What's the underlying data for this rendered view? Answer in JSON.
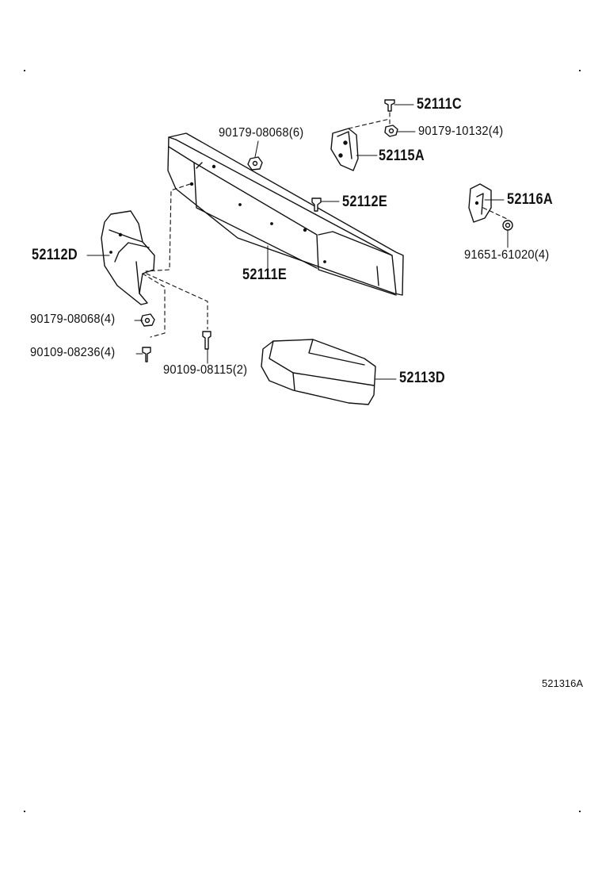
{
  "diagram": {
    "reference_code": "521316A",
    "part_labels": {
      "p52111C": "52111C",
      "p90179_10132": "90179-10132(4)",
      "p52115A": "52115A",
      "p90179_08068_6": "90179-08068(6)",
      "p52112E": "52112E",
      "p52116A": "52116A",
      "p91651": "91651-61020(4)",
      "p52112D": "52112D",
      "p52111E": "52111E",
      "p90179_08068_4": "90179-08068(4)",
      "p90109_08236": "90109-08236(4)",
      "p90109_08115": "90109-08115(2)",
      "p52113D": "52113D"
    }
  }
}
